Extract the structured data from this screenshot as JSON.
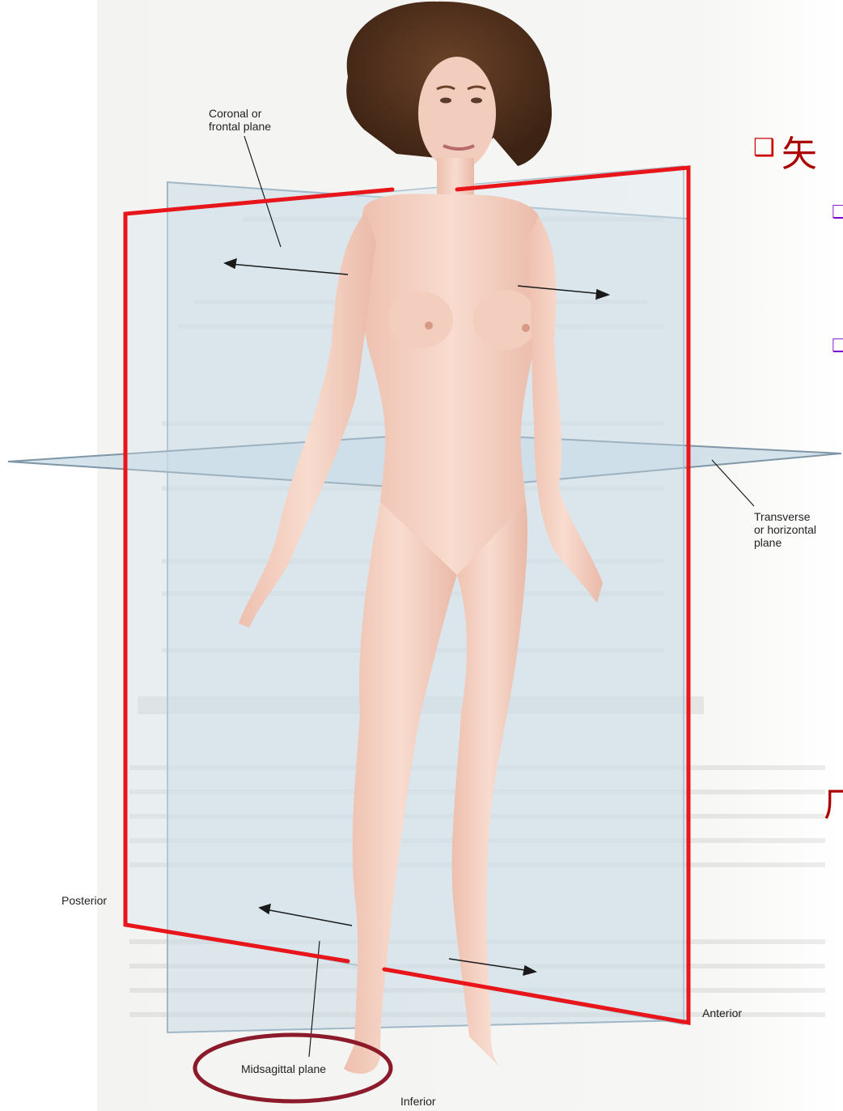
{
  "labels": {
    "coronal": "Coronal or\nfrontal plane",
    "transverse": "Transverse\nor horizontal\nplane",
    "midsagittal": "Midsagittal plane",
    "posterior": "Posterior",
    "anterior": "Anterior",
    "inferior": "Inferior"
  },
  "slide_text": {
    "heading_bullet": "❑",
    "heading_char": "矢",
    "sub_bullet_1": "❑",
    "sub_bullet_2": "❑",
    "partial_char": "厂"
  },
  "colors": {
    "highlight_frame": "#e8151b",
    "highlight_circle": "#8b1a2a",
    "bullet": "#cc0000",
    "sub_bullet": "#7a00cc",
    "plane_fill": "#c9dbe6",
    "skin": "#f6d7cc"
  }
}
